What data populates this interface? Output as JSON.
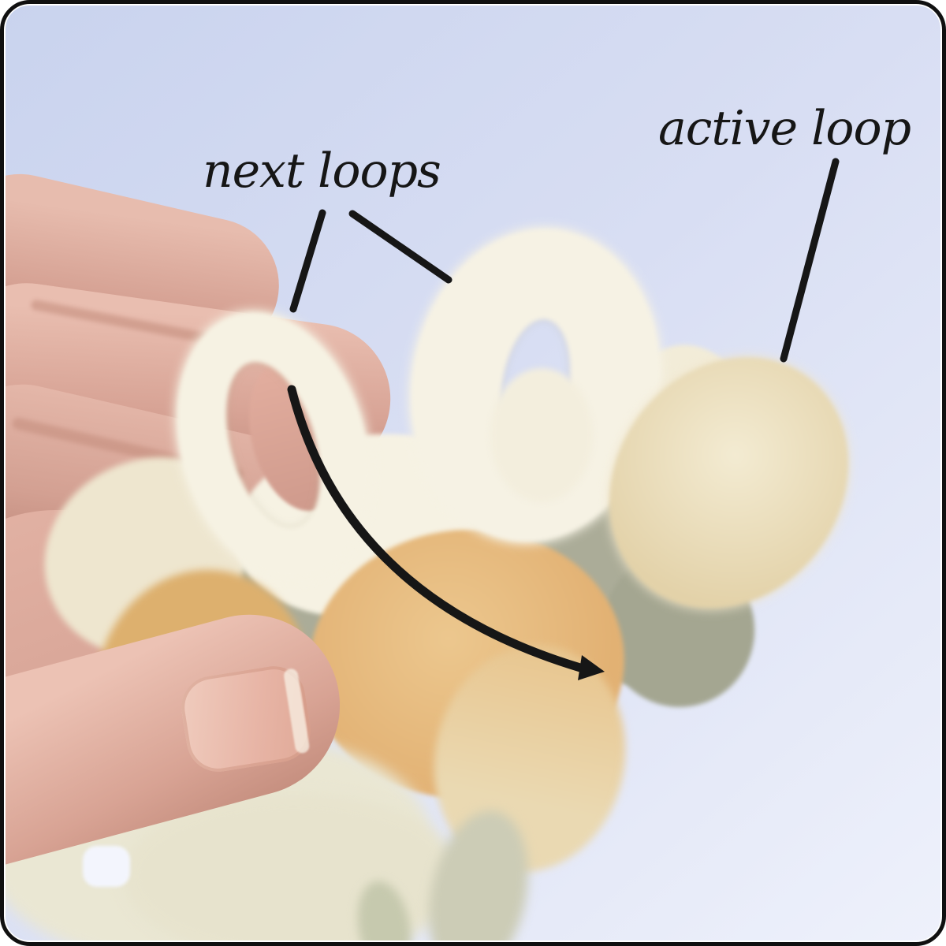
{
  "annotations": {
    "ink_color": "#161616",
    "labels": [
      {
        "id": "next-loops",
        "text": "next loops"
      },
      {
        "id": "active-loop",
        "text": "active loop"
      }
    ]
  },
  "theme": {
    "ink": "#161616",
    "frame_border": "#101010",
    "frame_background": "#ffffff",
    "bg_top": "#c9d3ee",
    "bg_bottom": "#eef1fb",
    "skin": "#ddab9e",
    "skin_deep": "#c9907f",
    "nail": "#ecc3b6",
    "yarn_white": "#f6f2e3",
    "yarn_cream": "#eee6cf",
    "yarn_gold": "#e2b173",
    "yarn_sage": "#abac98",
    "yarn_blur_pale": "#eae7d3"
  }
}
